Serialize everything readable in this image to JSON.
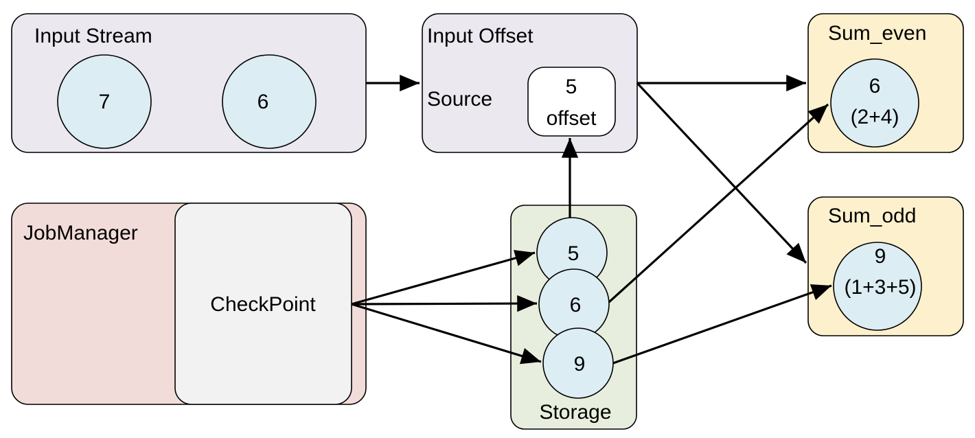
{
  "colors": {
    "input_stream_fill": "#ebe8f0",
    "input_offset_fill": "#ebe8f0",
    "sum_fill": "#fdf0cd",
    "jobmanager_fill": "#f2dcd9",
    "checkpoint_fill": "#f2f2f2",
    "storage_fill": "#e8eedd",
    "circle_fill": "#dcedf3",
    "offset_box_fill": "#ffffff",
    "edge": "#000000"
  },
  "input_stream": {
    "title": "Input Stream",
    "items": [
      "7",
      "6"
    ]
  },
  "input_offset": {
    "title": "Input Offset",
    "source_label": "Source",
    "offset_value": "5",
    "offset_label": "offset"
  },
  "sum_even": {
    "title": "Sum_even",
    "value": "6",
    "expr": "(2+4)"
  },
  "sum_odd": {
    "title": "Sum_odd",
    "value": "9",
    "expr": "(1+3+5)"
  },
  "jobmanager": {
    "title": "JobManager",
    "checkpoint_label": "CheckPoint"
  },
  "storage": {
    "title": "Storage",
    "items": [
      "5",
      "6",
      "9"
    ]
  }
}
